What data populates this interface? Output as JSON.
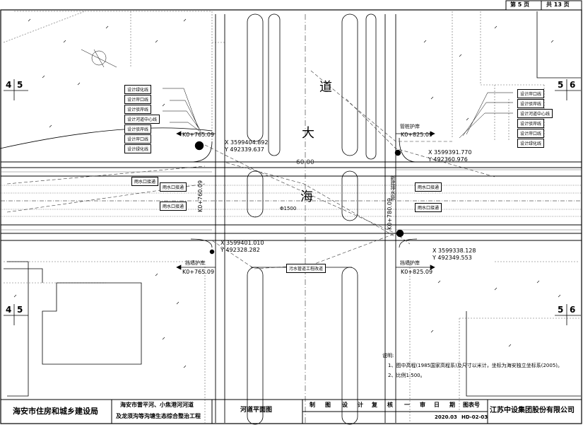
{
  "header": {
    "page": "第 5 页",
    "total": "共 13 页"
  },
  "match_marks": [
    "4",
    "5",
    "5",
    "6"
  ],
  "road_width": "60.00",
  "road_name_chars": [
    "道",
    "大",
    "海"
  ],
  "chainage": {
    "a": "K0+765.09",
    "b": "K0+825.09",
    "c": "K0+765.09",
    "d": "K0+825.09"
  },
  "stations_vertical": {
    "left": "K0+760.09",
    "right": "K0+780.09"
  },
  "coords": {
    "nw": [
      "X 3599404.892",
      "Y 492339.637"
    ],
    "ne": [
      "X 3599391.770",
      "Y 492360.976"
    ],
    "sw": [
      "X 3599401.010",
      "Y 492328.282"
    ],
    "se": [
      "X 3599338.128",
      "Y 492349.553"
    ]
  },
  "pipe_dia": "Φ1500",
  "labels": {
    "wall_ne": "管桩护岸",
    "wall_sw": "挡墙护岸",
    "wall_se": "挡墙护岸",
    "outlet1": "雨水口接通",
    "outlet2": "雨水口接通",
    "outlet3": "雨水口接通",
    "outlet4": "雨水口接通",
    "outlet5": "雨水口接通",
    "sewer": "污水管道工程改道",
    "vtext": "新建排水管"
  },
  "legend_left": [
    "设计绿化线",
    "设计岸口线",
    "设计驳岸线",
    "设计河道中心线",
    "设计驳岸线",
    "设计岸口线",
    "设计绿化线"
  ],
  "legend_right": [
    "设计岸口线",
    "设计驳岸线",
    "设计河道中心线",
    "设计驳岸线",
    "设计岸口线",
    "设计绿化线"
  ],
  "notes": {
    "title": "说明:",
    "n1": "1、图中高程(1985国家高程系)及尺寸以米计，坐标为海安独立坐标系(2005)。",
    "n2": "2、比例1:500。"
  },
  "title_block": {
    "owner": "海安市住房和城乡建设局",
    "project_l1": "海安市雷平河、小焦港河河道",
    "project_l2": "及龙须沟等沟塘生态综合整治工程",
    "drawing": "河道平面图",
    "roles": [
      "制",
      "图",
      "设",
      "计",
      "复",
      "核",
      "一",
      "审",
      "日",
      "期",
      "图表号"
    ],
    "date": "2020.03",
    "number": "HD-02-03",
    "company": "江苏中设集团股份有限公司"
  }
}
